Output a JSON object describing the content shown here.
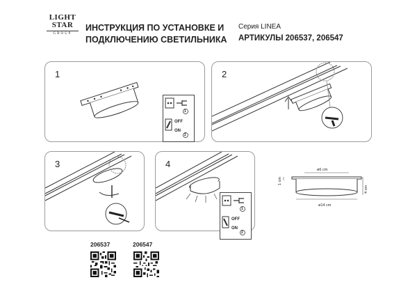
{
  "logo": {
    "line1": "LIGHT",
    "line2": "STAR",
    "line3": "GROUP"
  },
  "header": {
    "title_line1": "ИНСТРУКЦИЯ ПО УСТАНОВКЕ И",
    "title_line2": "ПОДКЛЮЧЕНИЮ СВЕТИЛЬНИКА",
    "series": "Серия LINEA",
    "articles": "АРТИКУЛЫ 206537, 206547"
  },
  "panels": [
    {
      "number": "1"
    },
    {
      "number": "2"
    },
    {
      "number": "3"
    },
    {
      "number": "4"
    }
  ],
  "switch_box": {
    "off_label": "OFF",
    "on_label": "ON",
    "step1": "1",
    "step2": "2"
  },
  "dimensions": {
    "diameter_top": "ø6 cm",
    "height_small": "1 cm",
    "height_total": "4 cm",
    "diameter_bottom": "ø14 cm"
  },
  "articles_qr": [
    {
      "code": "206537"
    },
    {
      "code": "206547"
    }
  ]
}
